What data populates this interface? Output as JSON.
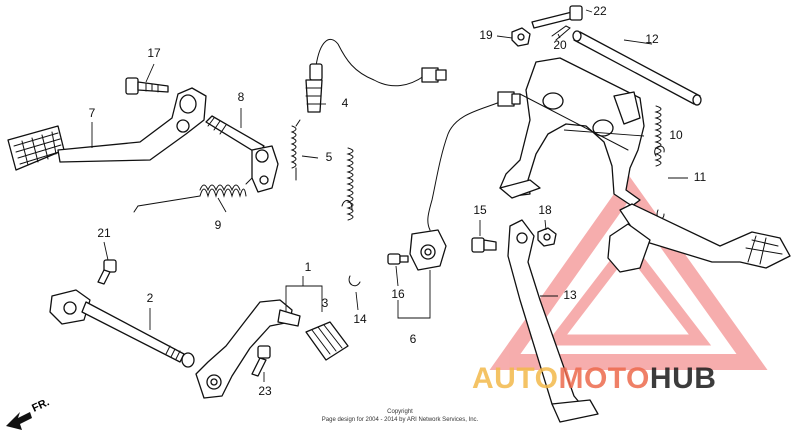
{
  "callouts": {
    "c1": "1",
    "c2": "2",
    "c3": "3",
    "c4": "4",
    "c5": "5",
    "c6": "6",
    "c7": "7",
    "c8": "8",
    "c9": "9",
    "c10": "10",
    "c11": "11",
    "c12": "12",
    "c13": "13",
    "c14": "14",
    "c15": "15",
    "c16": "16",
    "c17": "17",
    "c18": "18",
    "c19": "19",
    "c20": "20",
    "c21": "21",
    "c22": "22",
    "c23": "23"
  },
  "direction_label": "FR.",
  "copyright": {
    "line1": "Copyright",
    "line2": "Page design for 2004 - 2014 by ARI Network Services, Inc."
  },
  "watermark": {
    "part1": "AUTO",
    "part2": "MOTO",
    "part3": "HUB",
    "colors": {
      "auto": "#f2b84a",
      "moto": "#ec6a4c",
      "hub": "#1a1a1a",
      "triangle": "#ef6b6b"
    }
  }
}
